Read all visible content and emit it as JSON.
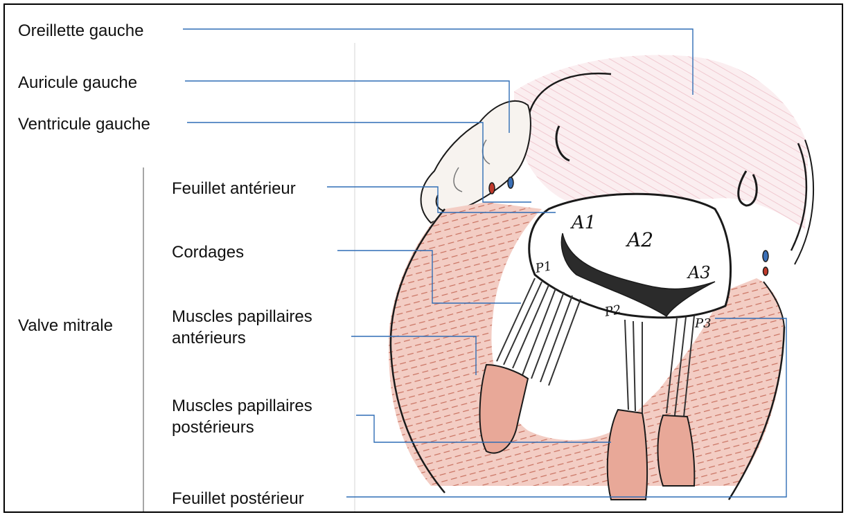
{
  "labels": {
    "oreillette": "Oreillette gauche",
    "auricule": "Auricule gauche",
    "ventricule": "Ventricule gauche",
    "feuillet_anterieur": "Feuillet antérieur",
    "cordages": "Cordages",
    "valve_mitrale": "Valve mitrale",
    "muscles_ant_line1": "Muscles papillaires",
    "muscles_ant_line2": "antérieurs",
    "muscles_post_line1": "Muscles papillaires",
    "muscles_post_line2": "postérieurs",
    "feuillet_posterieur": "Feuillet postérieur"
  },
  "segments": {
    "a1": "A1",
    "a2": "A2",
    "a3": "A3",
    "p1": "P1",
    "p2": "P2",
    "p3": "P3"
  },
  "colors": {
    "leader_line": "#2f6db5",
    "muscle": "#d9826f",
    "ink": "#1a1a1a"
  }
}
